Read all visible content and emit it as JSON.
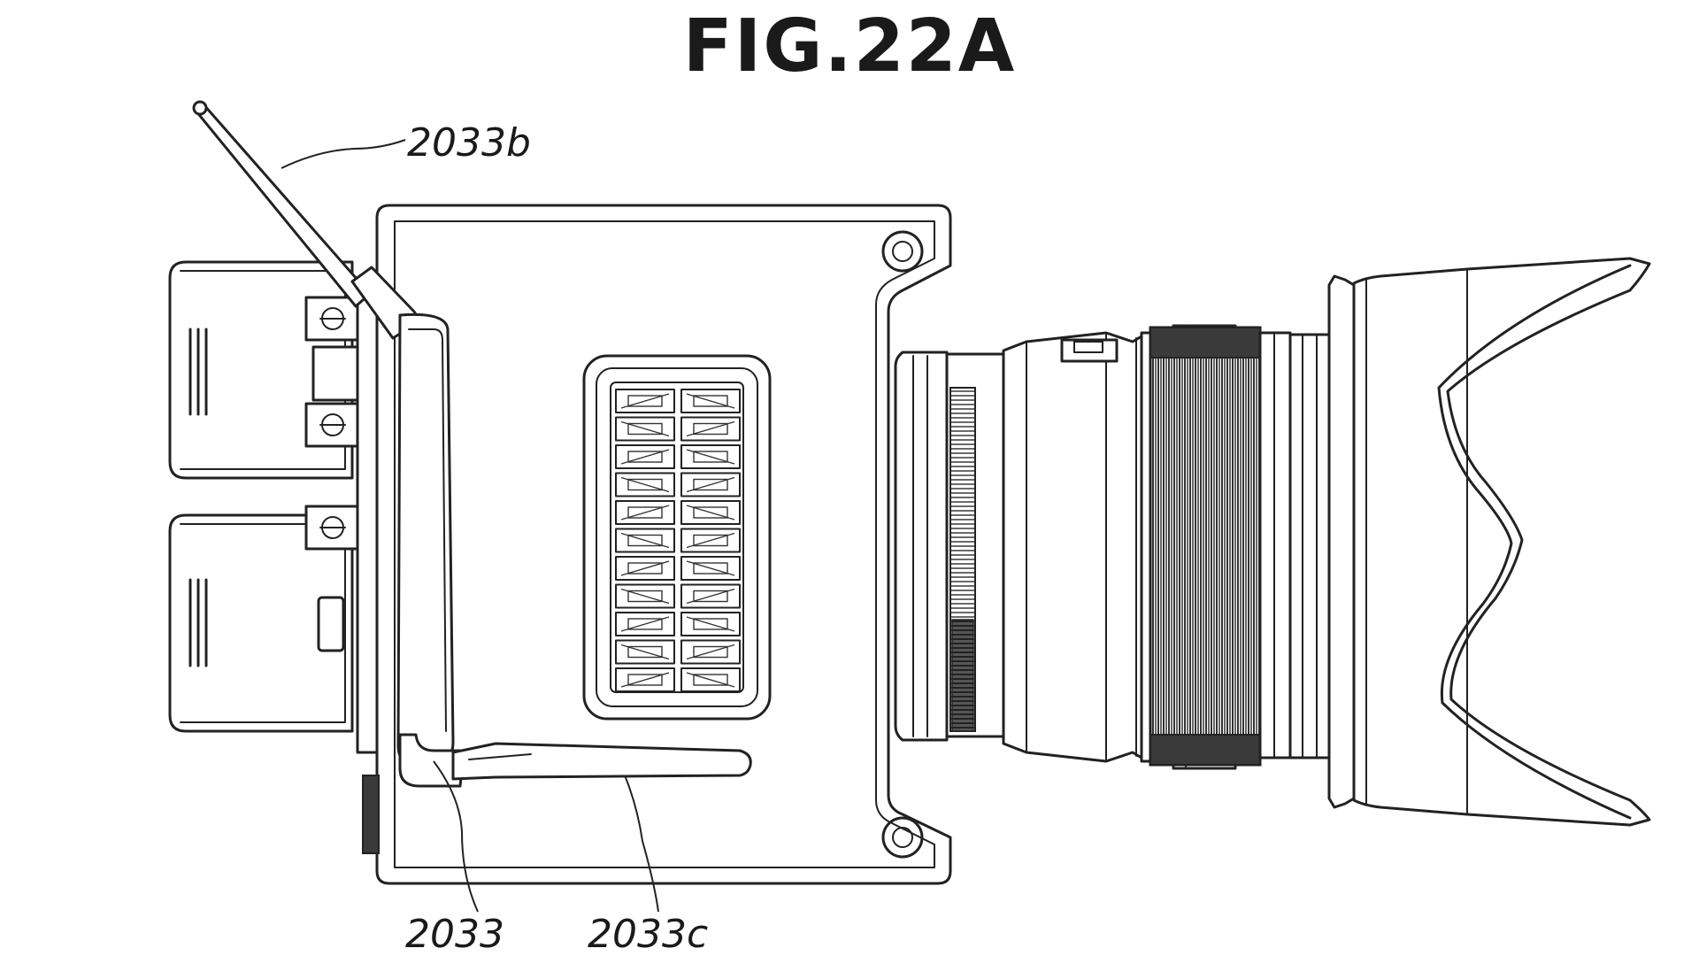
{
  "figure": {
    "title": "FIG.22A"
  },
  "reference_labels": {
    "antenna_upper": "2033b",
    "antenna_body": "2033",
    "antenna_lower": "2033c"
  }
}
